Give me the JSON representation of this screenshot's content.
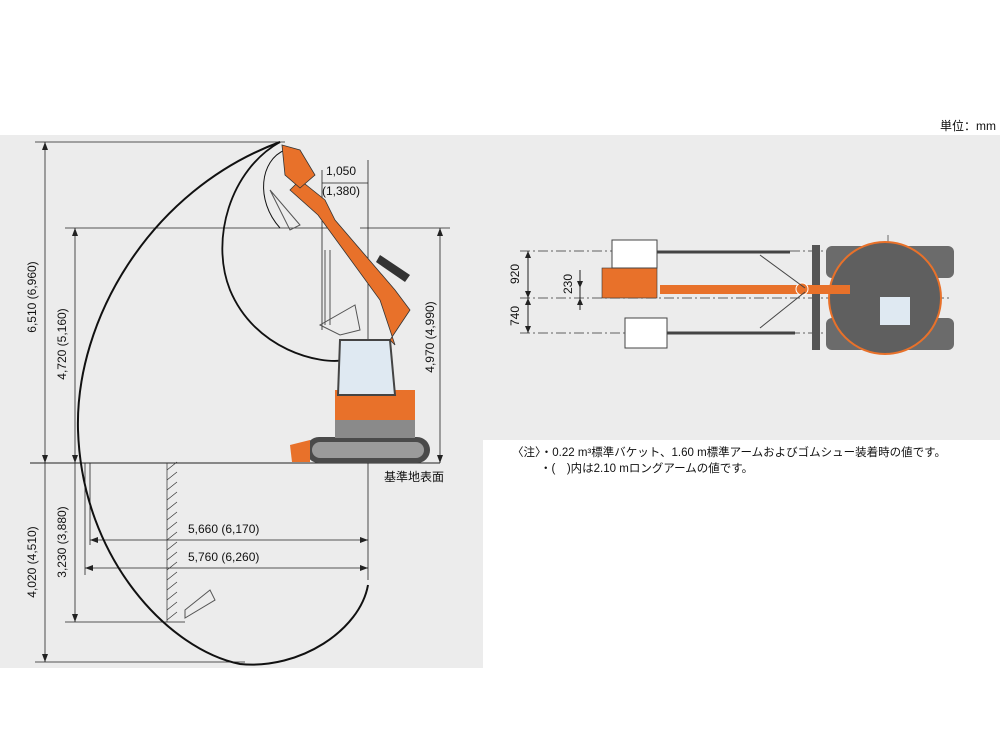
{
  "unit_label": "単位：mm",
  "side_view": {
    "dims": {
      "max_height": "6,510 (6,960)",
      "max_dump_height": "4,720 (5,160)",
      "max_dig_depth": "4,020 (4,510)",
      "max_vertical_wall_depth": "3,230 (3,880)",
      "max_reach_ground": "5,660 (6,170)",
      "max_reach": "5,760 (6,260)",
      "front_swing_radius": "1,050",
      "front_swing_radius_long": "(1,380)",
      "overall_height_boom": "4,970 (4,990)"
    },
    "ground_label": "基準地表面"
  },
  "top_view": {
    "dims": {
      "left_offset": "920",
      "right_offset": "740",
      "center_offset": "230"
    }
  },
  "notes": {
    "prefix": "〈注〉",
    "line1": "・0.22 m³標準バケット、1.60 m標準アームおよびゴムシュー装着時の値です。",
    "line2": "・(　)内は2.10 mロングアームの値です。"
  },
  "colors": {
    "accent": "#e8712a",
    "background": "#ececec",
    "machine_gray": "#6b6b6b"
  }
}
